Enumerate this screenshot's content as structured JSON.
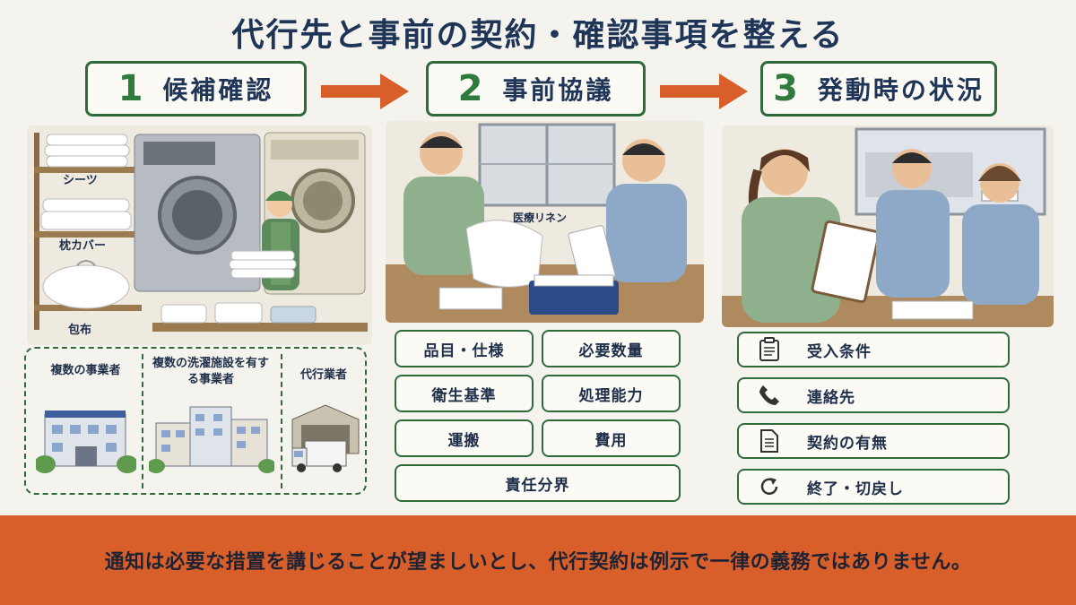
{
  "title": "代行先と事前の契約・確認事項を整える",
  "steps": [
    {
      "num": "1",
      "label": "候補確認"
    },
    {
      "num": "2",
      "label": "事前協議"
    },
    {
      "num": "3",
      "label": "発動時の状況"
    }
  ],
  "step1": {
    "items": [
      "シーツ",
      "枕カバー",
      "包布"
    ],
    "operators": [
      "複数の事業者",
      "複数の洗濯施設を有する事業者",
      "代行業者"
    ]
  },
  "step2": {
    "scene_label": "医療リネン",
    "topics": [
      "品目・仕様",
      "必要数量",
      "衛生基準",
      "処理能力",
      "運搬",
      "費用",
      "責任分界"
    ]
  },
  "step3": {
    "conditions": [
      {
        "icon": "clipboard-icon",
        "label": "受入条件"
      },
      {
        "icon": "phone-icon",
        "label": "連絡先"
      },
      {
        "icon": "document-icon",
        "label": "契約の有無"
      },
      {
        "icon": "refresh-icon",
        "label": "終了・切戻し"
      }
    ]
  },
  "footer": "通知は必要な措置を講じることが望ましいとし、代行契約は例示で一律の義務ではありません。",
  "colors": {
    "green": "#2f6b3a",
    "orange": "#d85f2a",
    "navy": "#1f3558"
  }
}
